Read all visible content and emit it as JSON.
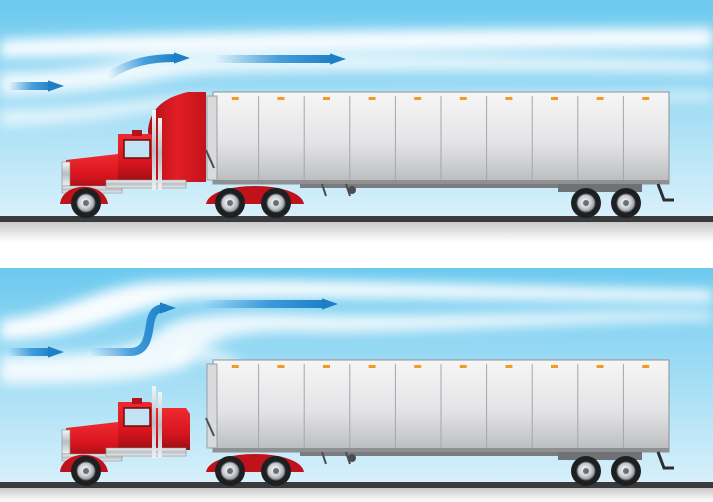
{
  "panels": [
    {
      "id": "top",
      "variant": "with-fairing"
    },
    {
      "id": "bottom",
      "variant": "without-fairing"
    }
  ],
  "trailer": {
    "panel_count": 10,
    "marker_count": 10
  },
  "colors": {
    "sky_top": "#6cc9ef",
    "sky_bottom": "#d9f1fb",
    "airflow_white": "#ffffff",
    "arrow_blue": "#2a8fd6",
    "cab_red": "#d8151f",
    "cab_red_dark": "#9c0e14",
    "trailer_light": "#e9e9ea",
    "trailer_dark": "#b9babc",
    "trailer_marker": "#f39a23",
    "chrome": "#d5d8dc",
    "road": "#3a3a3d",
    "road_shadow": "#d8d8d8"
  },
  "icons": {
    "airflow_arrow": "right-arrow-icon",
    "wheel": "wheel-icon"
  }
}
